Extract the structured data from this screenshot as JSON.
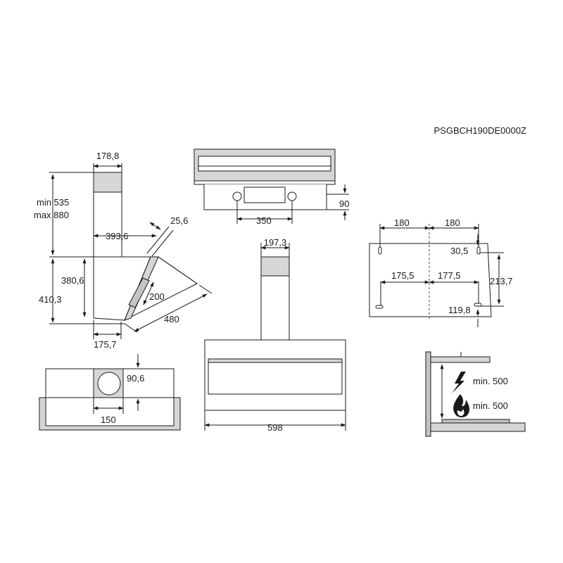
{
  "model_code": "PSGBCH190DE0000Z",
  "side_view": {
    "top_width": "178,8",
    "height_range_min": "min 535",
    "height_range_max": "max 880",
    "depth": "393,6",
    "angle_gap": "25,6",
    "panel_height": "380,6",
    "total_height": "410,3",
    "handle_length": "200",
    "panel_length": "480",
    "bottom_depth": "175,7"
  },
  "top_view": {
    "outlet_height": "90",
    "hole_spacing": "350"
  },
  "front_view": {
    "chimney_width": "197,3",
    "hood_width": "598"
  },
  "bottom_view": {
    "outlet_diameter": "90,6",
    "outlet_width": "150"
  },
  "mounting_template": {
    "left_top": "180",
    "right_top": "180",
    "top_offset": "30,5",
    "left_mid": "175,5",
    "right_mid": "177,5",
    "height": "213,7",
    "bottom_offset": "119,8"
  },
  "clearance": {
    "electric": "min. 500",
    "gas": "min. 500"
  },
  "icons": [
    "arrow-icon",
    "lightning-icon",
    "flame-icon"
  ]
}
